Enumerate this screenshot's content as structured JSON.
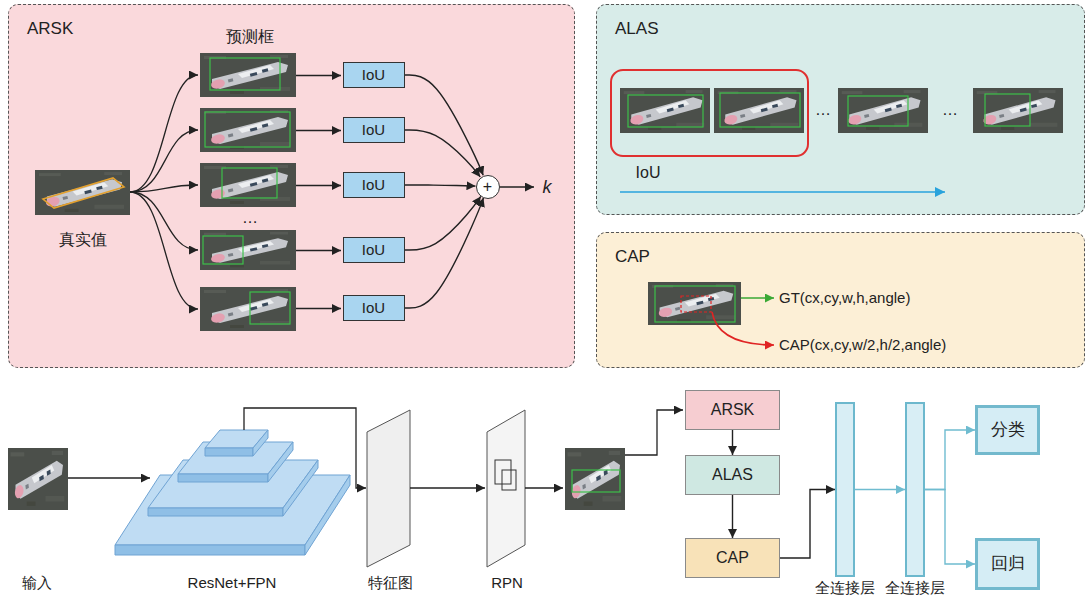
{
  "diagram": {
    "nodes": [
      {
        "text": [
          "ARSK"
        ]
      },
      {
        "text": [
          "IoU"
        ],
        "in": 0
      },
      {
        "text": [
          "IoU"
        ],
        "in": 0
      },
      {
        "text": [
          "IoU"
        ],
        "in": 0
      },
      {
        "text": [
          "IoU"
        ],
        "in": 0
      },
      {
        "text": [
          "IoU"
        ],
        "in": 0
      },
      {
        "text": [
          "+"
        ],
        "in": 0
      },
      {
        "text": [
          "ALAS"
        ]
      },
      {
        "text": [
          "CAP"
        ]
      },
      {
        "text": [
          "ARSK"
        ]
      },
      {
        "text": [
          "ALAS"
        ]
      },
      {
        "text": [
          "CAP"
        ]
      },
      {
        "text": [
          "全连接层"
        ]
      },
      {
        "text": [
          "全连接层"
        ]
      },
      {
        "text": [
          "分类"
        ]
      },
      {
        "text": [
          "回归"
        ]
      }
    ],
    "edges": [
      {
        "from": 1,
        "to": 6,
        "arrow": "to"
      },
      {
        "from": 2,
        "to": 6,
        "arrow": "to"
      },
      {
        "from": 3,
        "to": 6,
        "arrow": "to"
      },
      {
        "from": 4,
        "to": 6,
        "arrow": "to"
      },
      {
        "from": 5,
        "to": 6,
        "arrow": "to"
      },
      {
        "from": 9,
        "to": 10,
        "arrow": "to"
      },
      {
        "from": 10,
        "to": 11,
        "arrow": "to"
      },
      {
        "from": 11,
        "to": 12,
        "arrow": "to"
      },
      {
        "from": 12,
        "to": 13,
        "arrow": "to"
      },
      {
        "from": 13,
        "to": 14,
        "arrow": "to"
      },
      {
        "from": 13,
        "to": 15,
        "arrow": "to"
      }
    ],
    "labels": [
      "预测框",
      "真实值",
      "…",
      "k",
      "…",
      "…",
      "IoU",
      "GT(cx,cy,w,h,angle)",
      "CAP(cx,cy,w/2,h/2,angle)",
      "输入",
      "ResNet+FPN",
      "特征图",
      "RPN"
    ]
  }
}
